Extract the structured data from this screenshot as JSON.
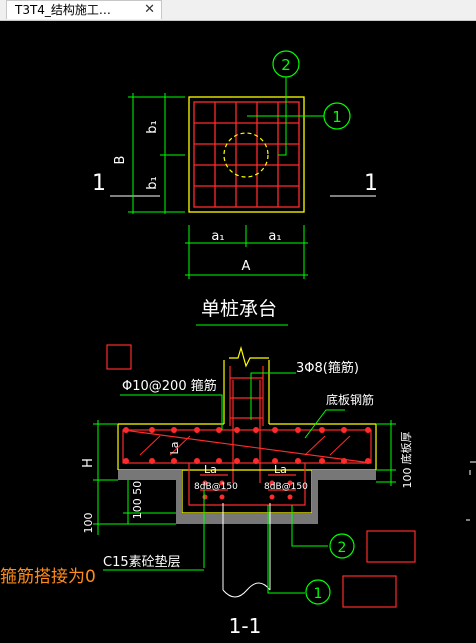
{
  "tab": {
    "title": "T3T4_结构施工…",
    "close_icon": "close-icon"
  },
  "plan": {
    "marker_top": "2",
    "marker_right": "1",
    "section_left": "1",
    "section_right": "1",
    "dim_b1_top": "b₁",
    "dim_b1_bottom": "b₁",
    "dim_B": "B",
    "dim_a1_left": "a₁",
    "dim_a1_right": "a₁",
    "dim_A": "A",
    "caption": "单桩承台"
  },
  "section": {
    "stirrup_top": "3Φ8(箍筋)",
    "stirrup_left": "Φ10@200 箍筋",
    "bottom_rebar": "底板钢筋",
    "slab_thick": "底板厚",
    "la_left": "La",
    "la_center": "La",
    "la_right": "La",
    "note_left": "8dB@150",
    "note_right": "8dB@150",
    "dim_H": "H",
    "dim_100_left": "100",
    "dim_50": "100 50",
    "dim_100_right": "100",
    "pad_label": "C15素砼垫层",
    "marker_2": "2",
    "marker_1": "1",
    "caption": "1-1",
    "overlay_note": "箍筋搭接为0"
  }
}
